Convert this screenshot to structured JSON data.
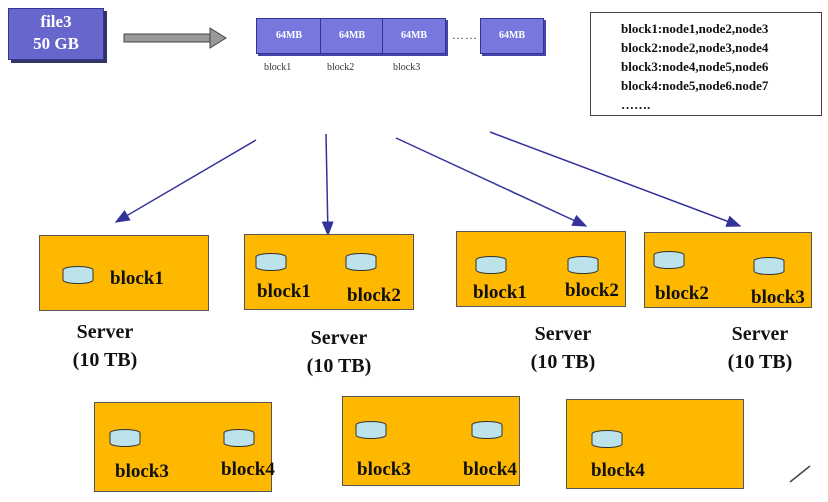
{
  "file": {
    "name": "file3",
    "size": "50 GB"
  },
  "chunks": {
    "sizes": [
      "64MB",
      "64MB",
      "64MB",
      "64MB"
    ],
    "labels": [
      "block1",
      "block2",
      "block3"
    ],
    "ellipsis": "……"
  },
  "mapping": {
    "lines": [
      "block1:node1,node2,node3",
      "block2:node2,node3,node4",
      "block3:node4,node5,node6",
      "block4:node5,node6.node7",
      "……."
    ]
  },
  "servers": [
    {
      "blocks": [
        "block1"
      ],
      "label": "Server",
      "capacity": "(10 TB)"
    },
    {
      "blocks": [
        "block1",
        "block2"
      ],
      "label": "Server",
      "capacity": "(10 TB)"
    },
    {
      "blocks": [
        "block1",
        "block2"
      ],
      "label": "Server",
      "capacity": "(10 TB)"
    },
    {
      "blocks": [
        "block2",
        "block3"
      ],
      "label": "Server",
      "capacity": "(10 TB)"
    },
    {
      "blocks": [
        "block3",
        "block4"
      ]
    },
    {
      "blocks": [
        "block3",
        "block4"
      ]
    },
    {
      "blocks": [
        "block4"
      ]
    }
  ],
  "colors": {
    "server_fill": "#ffb800",
    "chunk_fill": "#7777dd",
    "file_fill": "#6666cc",
    "arrow": "#333399",
    "disk_fill": "#bde3ea"
  }
}
